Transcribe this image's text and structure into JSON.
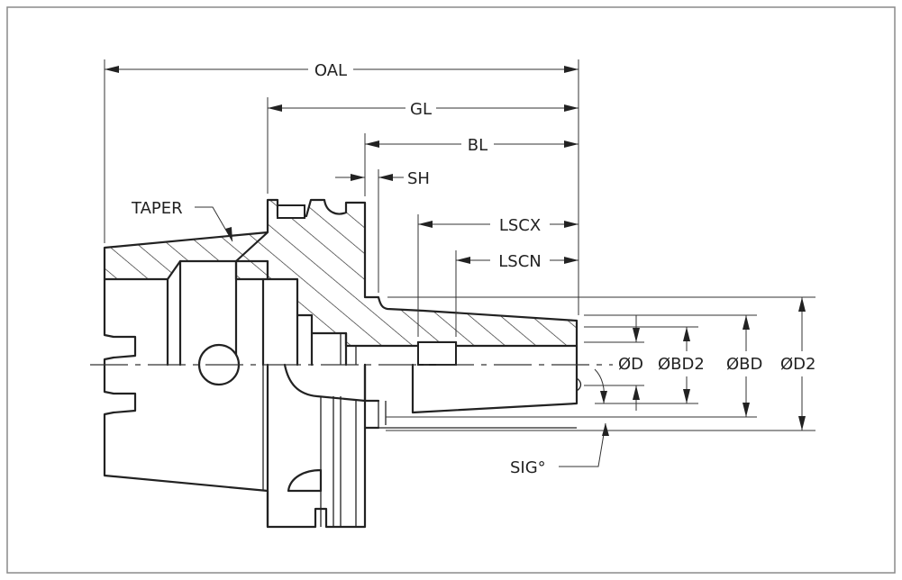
{
  "labels": {
    "oal": "OAL",
    "gl": "GL",
    "bl": "BL",
    "sh": "SH",
    "taper": "TAPER",
    "lscx": "LSCX",
    "lscn": "LSCN",
    "d": "ØD",
    "bd2": "ØBD2",
    "bd": "ØBD",
    "d2": "ØD2",
    "sig": "SIG°"
  }
}
